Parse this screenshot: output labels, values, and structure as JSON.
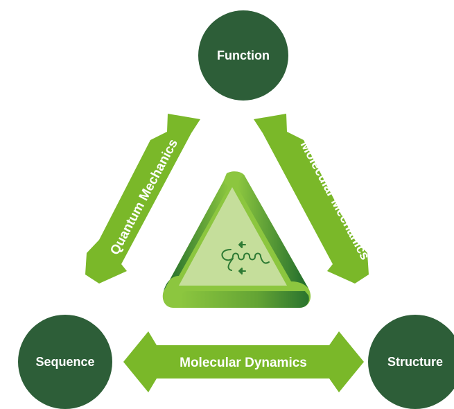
{
  "nodes": {
    "function": "Function",
    "sequence": "Sequence",
    "structure": "Structure"
  },
  "arrows": {
    "left": "Quantum Mechanics",
    "right": "Molecular Mechanics",
    "bottom": "Molecular Dynamics"
  },
  "center_icon": "protein-helix-icon",
  "colors": {
    "node_fill": "#2d5e38",
    "arrow_fill": "#7ab829",
    "triangle_light": "#8cc63f",
    "triangle_dark": "#2e7a34",
    "inner_fill": "#c5de9b",
    "icon_stroke": "#2e7a34"
  }
}
